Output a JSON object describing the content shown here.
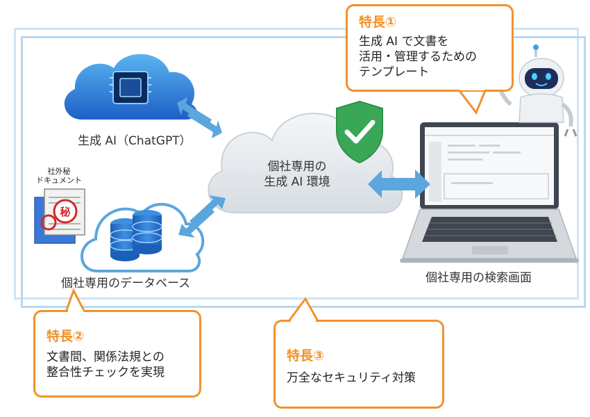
{
  "features": {
    "f1": {
      "title": "特長①",
      "lines": [
        "生成 AI で文書を",
        "活用・管理するための",
        "テンプレート"
      ]
    },
    "f2": {
      "title": "特長②",
      "lines": [
        "文書間、関係法規との",
        "整合性チェックを実現"
      ]
    },
    "f3": {
      "title": "特長③",
      "lines": [
        "万全なセキュリティ対策"
      ]
    }
  },
  "nodes": {
    "ai_cloud": "生成 AI（ChatGPT）",
    "center_cloud": [
      "個社専用の",
      "生成 AI 環境"
    ],
    "database": "個社専用のデータベース",
    "search_screen": "個社専用の検索画面",
    "confidential_docs": [
      "社外秘",
      "ドキュメント"
    ],
    "secret_stamp": "秘"
  },
  "colors": {
    "accent": "#f0922b",
    "frame": "#cfe3f5",
    "arrow": "#5aa6dd",
    "shield": "#3aa757"
  }
}
